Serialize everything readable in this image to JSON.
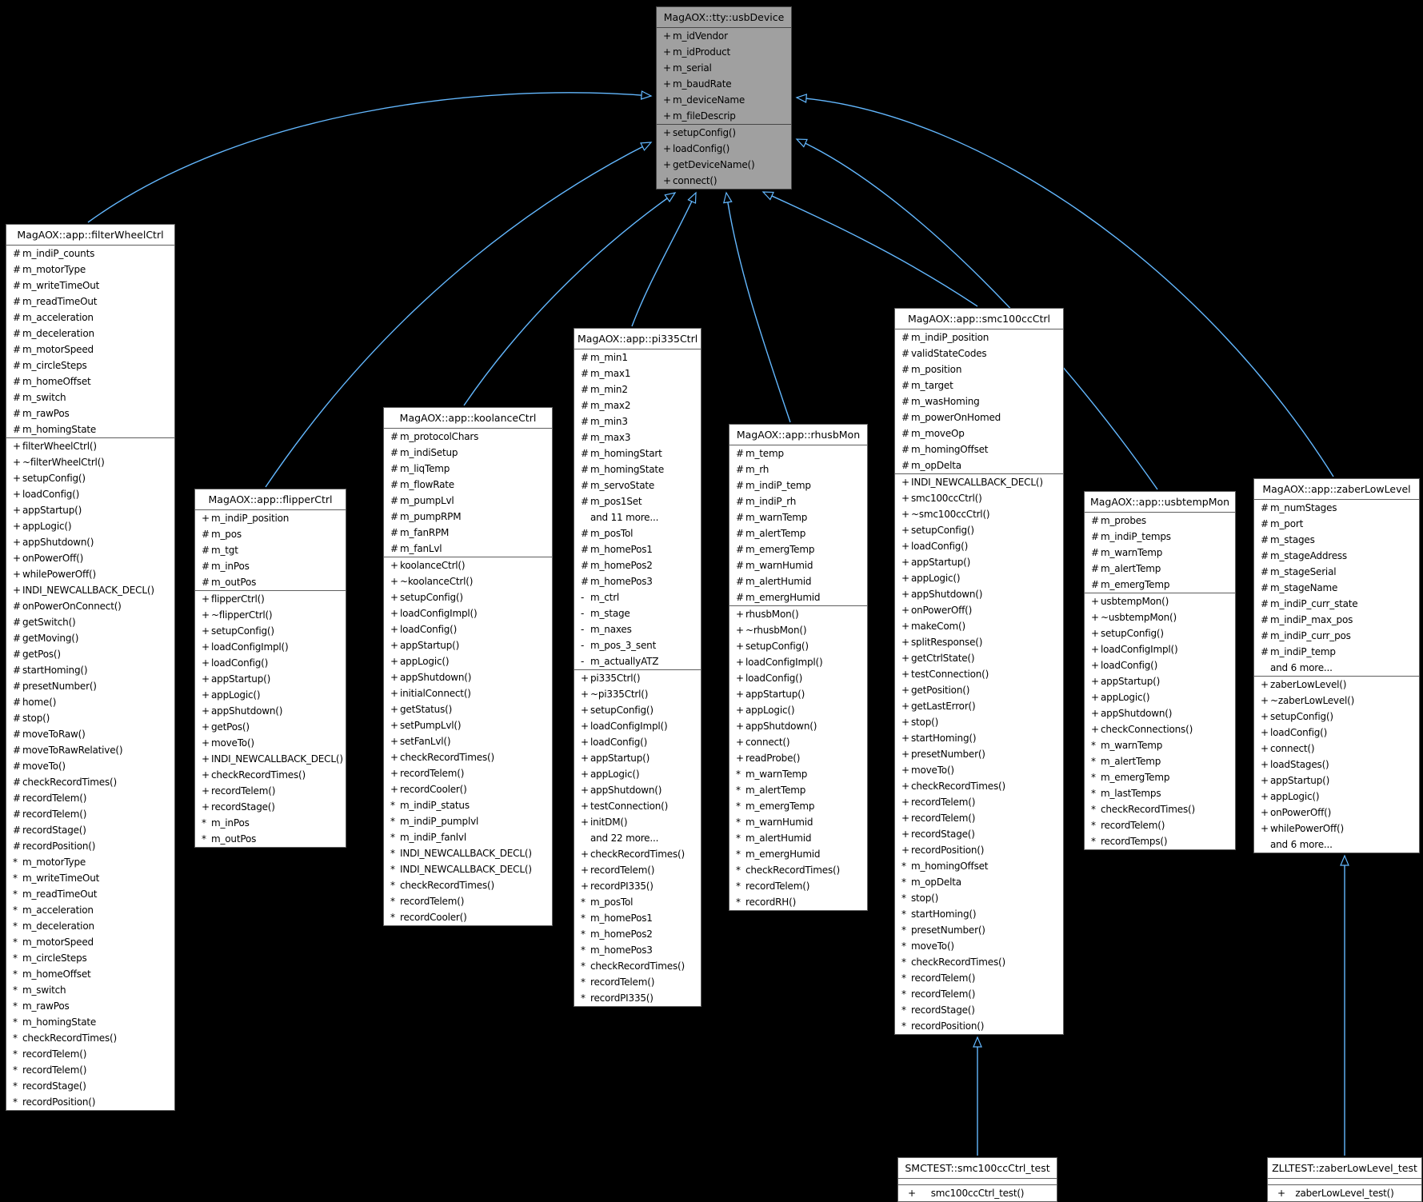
{
  "diagram": {
    "type": "uml-inheritance-diagram",
    "background_color": "#000000",
    "arrow_color": "#63b8ff",
    "base_class_fill": "#a0a0a0",
    "derived_class_fill": "#ffffff"
  },
  "classes": [
    {
      "id": "usbdevice",
      "title": "MagAOX::tty::usbDevice",
      "attributes": [
        "+ m_idVendor",
        "+ m_idProduct",
        "+ m_serial",
        "+ m_baudRate",
        "+ m_deviceName",
        "+ m_fileDescrip"
      ],
      "methods": [
        "+ setupConfig()",
        "+ loadConfig()",
        "+ getDeviceName()",
        "+ connect()"
      ]
    },
    {
      "id": "filterwheelctrl",
      "title": "MagAOX::app::filterWheelCtrl",
      "attributes": [
        "# m_indiP_counts",
        "# m_motorType",
        "# m_writeTimeOut",
        "# m_readTimeOut",
        "# m_acceleration",
        "# m_deceleration",
        "# m_motorSpeed",
        "# m_circleSteps",
        "# m_homeOffset",
        "# m_switch",
        "# m_rawPos",
        "# m_homingState"
      ],
      "methods": [
        "+ filterWheelCtrl()",
        "+ ~filterWheelCtrl()",
        "+ setupConfig()",
        "+ loadConfig()",
        "+ appStartup()",
        "+ appLogic()",
        "+ appShutdown()",
        "+ onPowerOff()",
        "+ whilePowerOff()",
        "+ INDI_NEWCALLBACK_DECL()",
        "# onPowerOnConnect()",
        "# getSwitch()",
        "# getMoving()",
        "# getPos()",
        "# startHoming()",
        "# presetNumber()",
        "# home()",
        "# stop()",
        "# moveToRaw()",
        "# moveToRawRelative()",
        "# moveTo()",
        "# checkRecordTimes()",
        "# recordTelem()",
        "# recordTelem()",
        "# recordStage()",
        "# recordPosition()",
        "* m_motorType",
        "* m_writeTimeOut",
        "* m_readTimeOut",
        "* m_acceleration",
        "* m_deceleration",
        "* m_motorSpeed",
        "* m_circleSteps",
        "* m_homeOffset",
        "* m_switch",
        "* m_rawPos",
        "* m_homingState",
        "* checkRecordTimes()",
        "* recordTelem()",
        "* recordTelem()",
        "* recordStage()",
        "* recordPosition()"
      ]
    },
    {
      "id": "flipperctrl",
      "title": "MagAOX::app::flipperCtrl",
      "attributes": [
        "+ m_indiP_position",
        "# m_pos",
        "# m_tgt",
        "# m_inPos",
        "# m_outPos"
      ],
      "methods": [
        "+ flipperCtrl()",
        "+ ~flipperCtrl()",
        "+ setupConfig()",
        "+ loadConfigImpl()",
        "+ loadConfig()",
        "+ appStartup()",
        "+ appLogic()",
        "+ appShutdown()",
        "+ getPos()",
        "+ moveTo()",
        "+ INDI_NEWCALLBACK_DECL()",
        "+ checkRecordTimes()",
        "+ recordTelem()",
        "+ recordStage()",
        "* m_inPos",
        "* m_outPos"
      ]
    },
    {
      "id": "koolancectrl",
      "title": "MagAOX::app::koolanceCtrl",
      "attributes": [
        "# m_protocolChars",
        "# m_indiSetup",
        "# m_liqTemp",
        "# m_flowRate",
        "# m_pumpLvl",
        "# m_pumpRPM",
        "# m_fanRPM",
        "# m_fanLvl"
      ],
      "methods": [
        "+ koolanceCtrl()",
        "+ ~koolanceCtrl()",
        "+ setupConfig()",
        "+ loadConfigImpl()",
        "+ loadConfig()",
        "+ appStartup()",
        "+ appLogic()",
        "+ appShutdown()",
        "+ initialConnect()",
        "+ getStatus()",
        "+ setPumpLvl()",
        "+ setFanLvl()",
        "+ checkRecordTimes()",
        "+ recordTelem()",
        "+ recordCooler()",
        "* m_indiP_status",
        "* m_indiP_pumplvl",
        "* m_indiP_fanlvl",
        "* INDI_NEWCALLBACK_DECL()",
        "* INDI_NEWCALLBACK_DECL()",
        "* checkRecordTimes()",
        "* recordTelem()",
        "* recordCooler()"
      ]
    },
    {
      "id": "pi335ctrl",
      "title": "MagAOX::app::pi335Ctrl",
      "attributes": [
        "# m_min1",
        "# m_max1",
        "# m_min2",
        "# m_max2",
        "# m_min3",
        "# m_max3",
        "# m_homingStart",
        "# m_homingState",
        "# m_servoState",
        "# m_pos1Set",
        "and 11 more...",
        "# m_posTol",
        "# m_homePos1",
        "# m_homePos2",
        "# m_homePos3",
        "- m_ctrl",
        "- m_stage",
        "- m_naxes",
        "- m_pos_3_sent",
        "- m_actuallyATZ"
      ],
      "methods": [
        "+ pi335Ctrl()",
        "+ ~pi335Ctrl()",
        "+ setupConfig()",
        "+ loadConfigImpl()",
        "+ loadConfig()",
        "+ appStartup()",
        "+ appLogic()",
        "+ appShutdown()",
        "+ testConnection()",
        "+ initDM()",
        "and 22 more...",
        "+ checkRecordTimes()",
        "+ recordTelem()",
        "+ recordPI335()",
        "* m_posTol",
        "* m_homePos1",
        "* m_homePos2",
        "* m_homePos3",
        "* checkRecordTimes()",
        "* recordTelem()",
        "* recordPI335()"
      ]
    },
    {
      "id": "rhusbmon",
      "title": "MagAOX::app::rhusbMon",
      "attributes": [
        "# m_temp",
        "# m_rh",
        "# m_indiP_temp",
        "# m_indiP_rh",
        "# m_warnTemp",
        "# m_alertTemp",
        "# m_emergTemp",
        "# m_warnHumid",
        "# m_alertHumid",
        "# m_emergHumid"
      ],
      "methods": [
        "+ rhusbMon()",
        "+ ~rhusbMon()",
        "+ setupConfig()",
        "+ loadConfigImpl()",
        "+ loadConfig()",
        "+ appStartup()",
        "+ appLogic()",
        "+ appShutdown()",
        "+ connect()",
        "+ readProbe()",
        "* m_warnTemp",
        "* m_alertTemp",
        "* m_emergTemp",
        "* m_warnHumid",
        "* m_alertHumid",
        "* m_emergHumid",
        "* checkRecordTimes()",
        "* recordTelem()",
        "* recordRH()"
      ]
    },
    {
      "id": "smc100ccctrl",
      "title": "MagAOX::app::smc100ccCtrl",
      "attributes": [
        "# m_indiP_position",
        "# validStateCodes",
        "# m_position",
        "# m_target",
        "# m_wasHoming",
        "# m_powerOnHomed",
        "# m_moveOp",
        "# m_homingOffset",
        "# m_opDelta"
      ],
      "methods": [
        "+ INDI_NEWCALLBACK_DECL()",
        "+ smc100ccCtrl()",
        "+ ~smc100ccCtrl()",
        "+ setupConfig()",
        "+ loadConfig()",
        "+ appStartup()",
        "+ appLogic()",
        "+ appShutdown()",
        "+ onPowerOff()",
        "+ makeCom()",
        "+ splitResponse()",
        "+ getCtrlState()",
        "+ testConnection()",
        "+ getPosition()",
        "+ getLastError()",
        "+ stop()",
        "+ startHoming()",
        "+ presetNumber()",
        "+ moveTo()",
        "+ checkRecordTimes()",
        "+ recordTelem()",
        "+ recordTelem()",
        "+ recordStage()",
        "+ recordPosition()",
        "* m_homingOffset",
        "* m_opDelta",
        "* stop()",
        "* startHoming()",
        "* presetNumber()",
        "* moveTo()",
        "* checkRecordTimes()",
        "* recordTelem()",
        "* recordTelem()",
        "* recordStage()",
        "* recordPosition()"
      ]
    },
    {
      "id": "usbtempmon",
      "title": "MagAOX::app::usbtempMon",
      "attributes": [
        "# m_probes",
        "# m_indiP_temps",
        "# m_warnTemp",
        "# m_alertTemp",
        "# m_emergTemp"
      ],
      "methods": [
        "+ usbtempMon()",
        "+ ~usbtempMon()",
        "+ setupConfig()",
        "+ loadConfigImpl()",
        "+ loadConfig()",
        "+ appStartup()",
        "+ appLogic()",
        "+ appShutdown()",
        "+ checkConnections()",
        "* m_warnTemp",
        "* m_alertTemp",
        "* m_emergTemp",
        "* m_lastTemps",
        "* checkRecordTimes()",
        "* recordTelem()",
        "* recordTemps()"
      ]
    },
    {
      "id": "zaberlowlevel",
      "title": "MagAOX::app::zaberLowLevel",
      "attributes": [
        "# m_numStages",
        "# m_port",
        "# m_stages",
        "# m_stageAddress",
        "# m_stageSerial",
        "# m_stageName",
        "# m_indiP_curr_state",
        "# m_indiP_max_pos",
        "# m_indiP_curr_pos",
        "# m_indiP_temp",
        "and 6 more..."
      ],
      "methods": [
        "+ zaberLowLevel()",
        "+ ~zaberLowLevel()",
        "+ setupConfig()",
        "+ loadConfig()",
        "+ connect()",
        "+ loadStages()",
        "+ appStartup()",
        "+ appLogic()",
        "+ onPowerOff()",
        "+ whilePowerOff()",
        "and 6 more..."
      ]
    },
    {
      "id": "smc100ccctrl-test",
      "title": "SMCTEST::smc100ccCtrl_test",
      "attributes": [],
      "methods": [
        "+ smc100ccCtrl_test()"
      ]
    },
    {
      "id": "zaberlowlevel-test",
      "title": "ZLLTEST::zaberLowLevel_test",
      "attributes": [],
      "methods": [
        "+ zaberLowLevel_test()"
      ]
    }
  ],
  "relationships": [
    {
      "derived": "MagAOX::app::filterWheelCtrl",
      "base": "MagAOX::tty::usbDevice",
      "type": "inheritance"
    },
    {
      "derived": "MagAOX::app::flipperCtrl",
      "base": "MagAOX::tty::usbDevice",
      "type": "inheritance"
    },
    {
      "derived": "MagAOX::app::koolanceCtrl",
      "base": "MagAOX::tty::usbDevice",
      "type": "inheritance"
    },
    {
      "derived": "MagAOX::app::pi335Ctrl",
      "base": "MagAOX::tty::usbDevice",
      "type": "inheritance"
    },
    {
      "derived": "MagAOX::app::rhusbMon",
      "base": "MagAOX::tty::usbDevice",
      "type": "inheritance"
    },
    {
      "derived": "MagAOX::app::smc100ccCtrl",
      "base": "MagAOX::tty::usbDevice",
      "type": "inheritance"
    },
    {
      "derived": "MagAOX::app::usbtempMon",
      "base": "MagAOX::tty::usbDevice",
      "type": "inheritance"
    },
    {
      "derived": "MagAOX::app::zaberLowLevel",
      "base": "MagAOX::tty::usbDevice",
      "type": "inheritance"
    },
    {
      "derived": "SMCTEST::smc100ccCtrl_test",
      "base": "MagAOX::app::smc100ccCtrl",
      "type": "inheritance"
    },
    {
      "derived": "ZLLTEST::zaberLowLevel_test",
      "base": "MagAOX::app::zaberLowLevel",
      "type": "inheritance"
    }
  ]
}
